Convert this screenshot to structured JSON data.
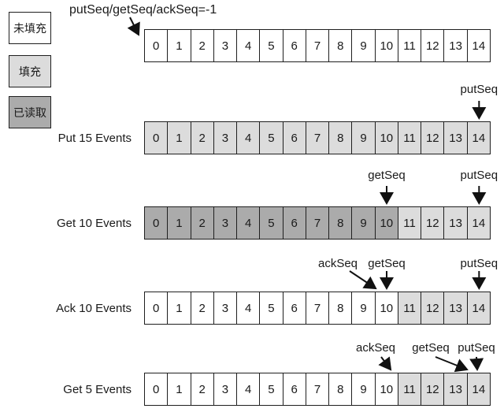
{
  "diagram": {
    "top_annotation": {
      "text": "putSeq/getSeq/ackSeq=-1",
      "points_to_cell": 0
    },
    "legend": [
      {
        "label": "未填充",
        "state": "empty"
      },
      {
        "label": "填充",
        "state": "filled"
      },
      {
        "label": "已读取",
        "state": "read"
      }
    ],
    "colors": {
      "empty": "#ffffff",
      "filled": "#dcdcdc",
      "read": "#ababab",
      "border": "#1f1f1f",
      "arrow": "#111111"
    },
    "cell_values": [
      "0",
      "1",
      "2",
      "3",
      "4",
      "5",
      "6",
      "7",
      "8",
      "9",
      "10",
      "11",
      "12",
      "13",
      "14"
    ],
    "rows": [
      {
        "label": "",
        "states": [
          "empty",
          "empty",
          "empty",
          "empty",
          "empty",
          "empty",
          "empty",
          "empty",
          "empty",
          "empty",
          "empty",
          "empty",
          "empty",
          "empty",
          "empty"
        ],
        "pointers": []
      },
      {
        "label": "Put 15 Events",
        "states": [
          "filled",
          "filled",
          "filled",
          "filled",
          "filled",
          "filled",
          "filled",
          "filled",
          "filled",
          "filled",
          "filled",
          "filled",
          "filled",
          "filled",
          "filled"
        ],
        "pointers": [
          {
            "label": "putSeq",
            "cell": 14
          }
        ]
      },
      {
        "label": "Get 10 Events",
        "states": [
          "read",
          "read",
          "read",
          "read",
          "read",
          "read",
          "read",
          "read",
          "read",
          "read",
          "read",
          "filled",
          "filled",
          "filled",
          "filled"
        ],
        "pointers": [
          {
            "label": "getSeq",
            "cell": 10
          },
          {
            "label": "putSeq",
            "cell": 14
          }
        ]
      },
      {
        "label": "Ack 10 Events",
        "states": [
          "empty",
          "empty",
          "empty",
          "empty",
          "empty",
          "empty",
          "empty",
          "empty",
          "empty",
          "empty",
          "empty",
          "filled",
          "filled",
          "filled",
          "filled"
        ],
        "pointers": [
          {
            "label": "ackSeq",
            "cell": 10
          },
          {
            "label": "getSeq",
            "cell": 10
          },
          {
            "label": "putSeq",
            "cell": 14
          }
        ]
      },
      {
        "label": "Get 5 Events",
        "states": [
          "empty",
          "empty",
          "empty",
          "empty",
          "empty",
          "empty",
          "empty",
          "empty",
          "empty",
          "empty",
          "empty",
          "filled",
          "filled",
          "filled",
          "filled"
        ],
        "pointers": [
          {
            "label": "ackSeq",
            "cell": 10
          },
          {
            "label": "getSeq",
            "cell": 14
          },
          {
            "label": "putSeq",
            "cell": 14
          }
        ]
      }
    ]
  }
}
